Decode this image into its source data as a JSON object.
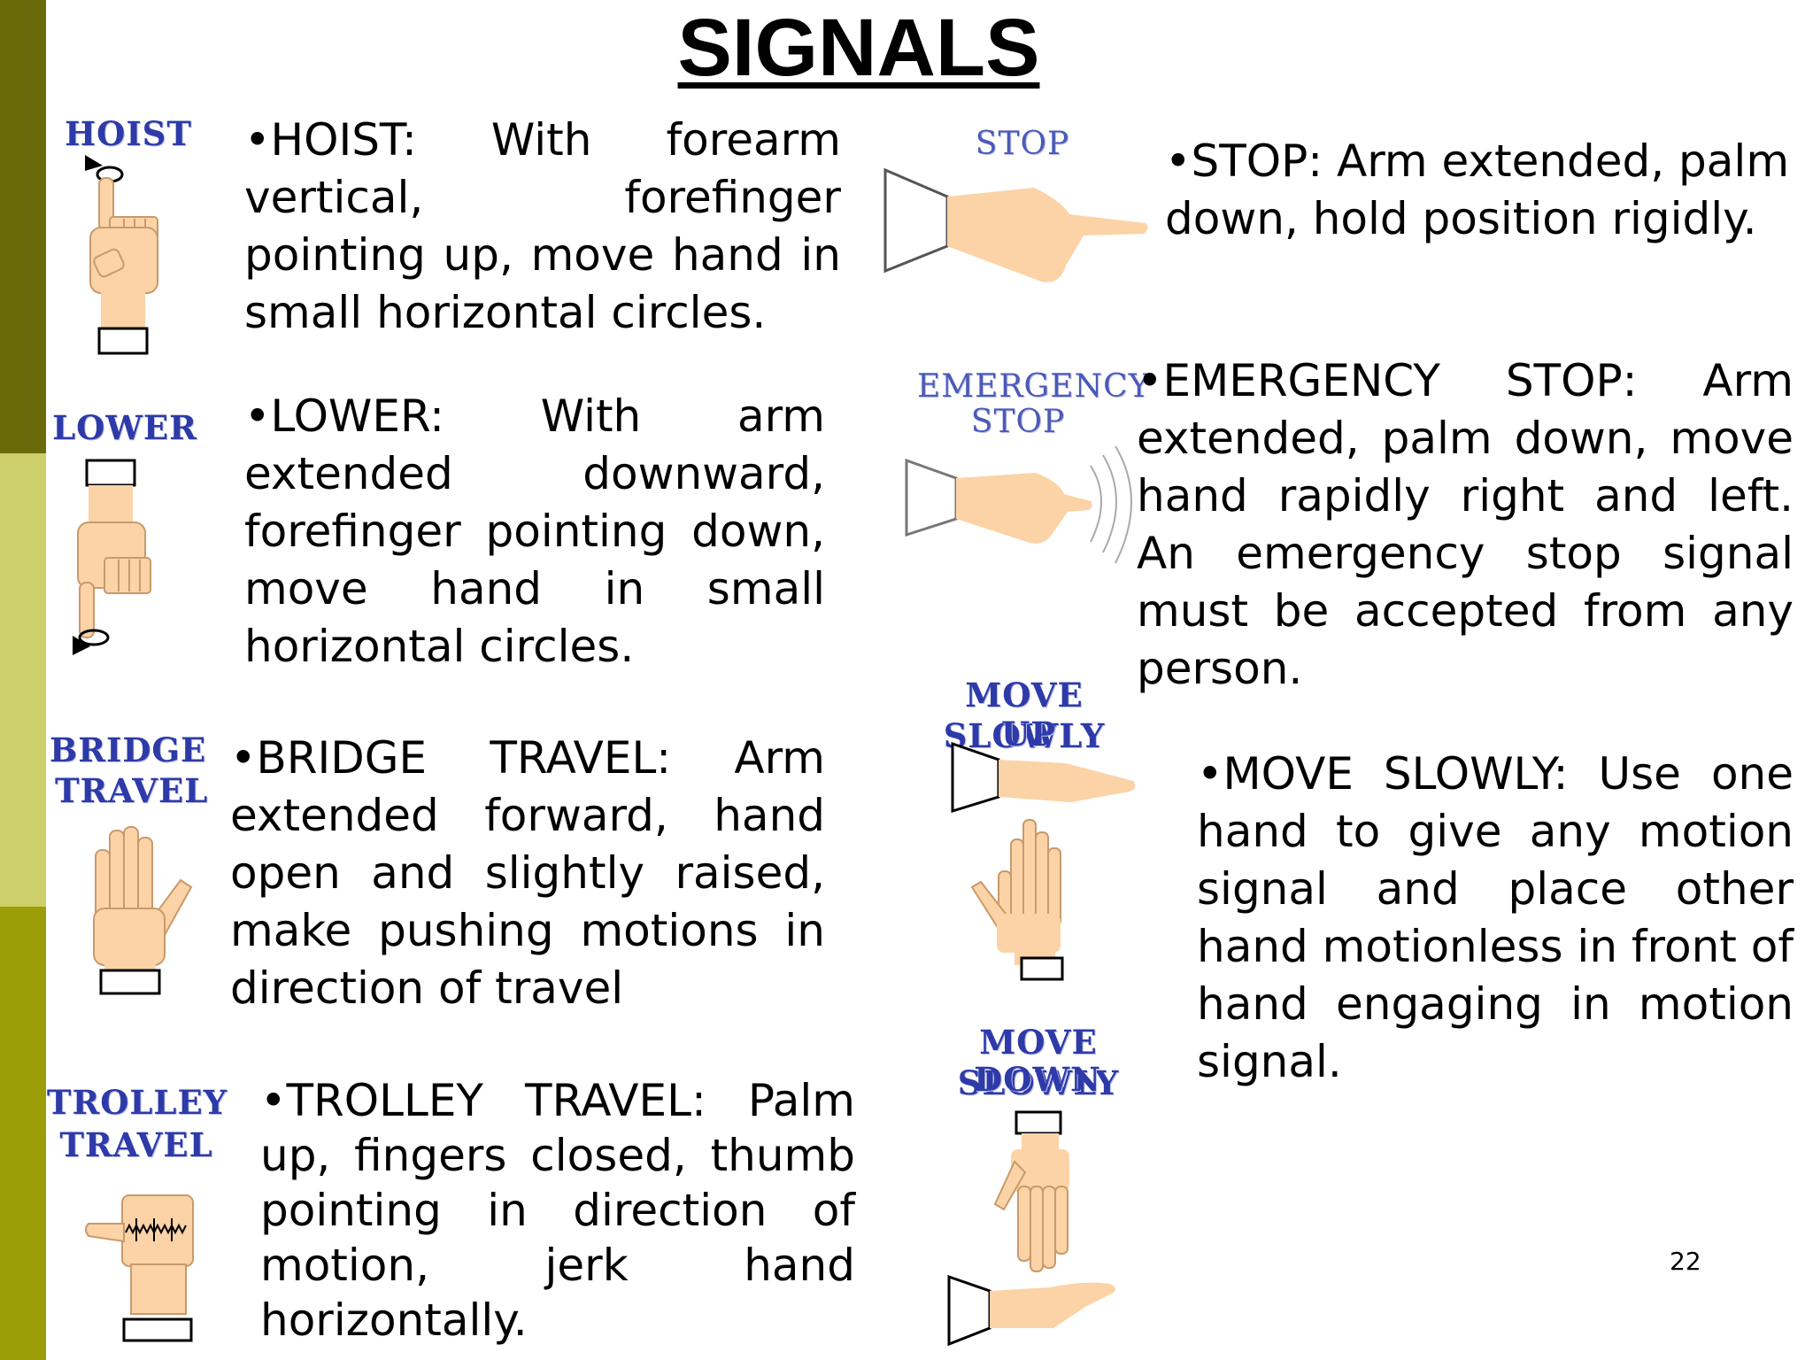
{
  "slide": {
    "title": "SIGNALS",
    "page_number": "22",
    "stripe_colors": [
      "#6b6a0b",
      "#cdcf6a",
      "#9c9d08"
    ]
  },
  "signals": {
    "hoist": {
      "label": "HOIST",
      "description": "•HOIST: With forearm vertical, forefinger pointing up, move hand in small horizontal circles."
    },
    "lower": {
      "label": "LOWER",
      "description": "•LOWER: With arm extended downward, forefinger pointing down, move hand in small horizontal circles."
    },
    "bridge_travel": {
      "label_line1": "BRIDGE",
      "label_line2": "TRAVEL",
      "description": "•BRIDGE TRAVEL: Arm extended forward, hand open and slightly raised, make pushing motions in direction of travel"
    },
    "trolley_travel": {
      "label_line1": "TROLLEY",
      "label_line2": "TRAVEL",
      "description": "•TROLLEY TRAVEL: Palm up, fingers closed, thumb pointing in direction of motion, jerk hand horizontally."
    },
    "stop": {
      "label": "STOP",
      "description": "•STOP: Arm extended, palm down, hold position rigidly."
    },
    "emergency_stop": {
      "label_line1": "EMERGENCY",
      "label_line2": "STOP",
      "description": "•EMERGENCY STOP: Arm extended, palm down, move hand rapidly right and left. An emergency stop signal must be accepted from any person."
    },
    "move_slowly": {
      "up_label_line1": "MOVE SLOWLY",
      "up_label_line2": "UP",
      "down_label_line1": "MOVE SLOWLY",
      "down_label_line2": "DOWN",
      "description": "•MOVE SLOWLY: Use one hand to give any motion signal and place other hand motionless in front of hand engaging in motion signal."
    }
  },
  "colors": {
    "skin": "#fcd3a6",
    "skin_outline": "#c89a6c",
    "label_blue": "#2e3aa8"
  }
}
